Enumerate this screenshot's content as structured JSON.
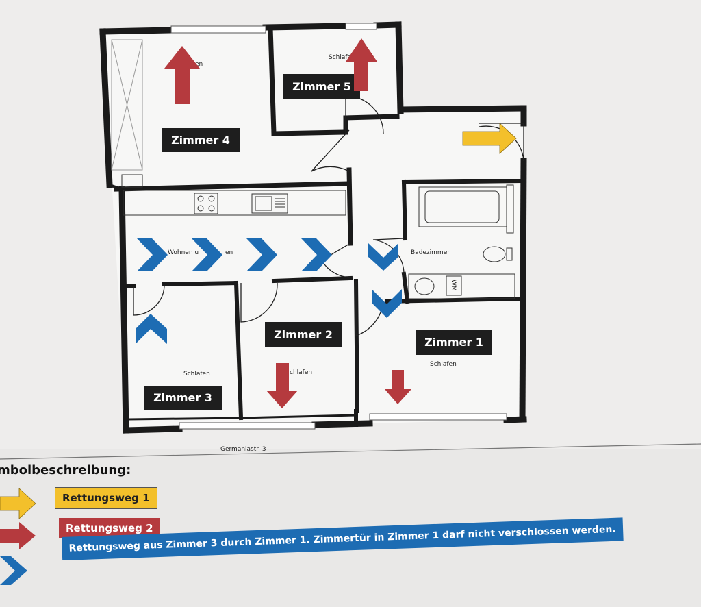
{
  "rooms": {
    "zimmer4": "Zimmer 4",
    "zimmer5": "Zimmer 5",
    "zimmer2": "Zimmer 2",
    "zimmer1": "Zimmer 1",
    "zimmer3": "Zimmer 3"
  },
  "labels": {
    "schlafen_z5": "Schlafe",
    "wohnen": "Wohnen u",
    "wohnen_end": "en",
    "bad": "Badezimmer",
    "schlafen_z1": "Schlafen",
    "schlafen_z2": "chlafen",
    "schlafen_z3": "Schlafen",
    "z4_hidden": "en",
    "wm": "WM",
    "address": "Germaniastr. 3"
  },
  "legend": {
    "title": "mbolbeschreibung:",
    "yellow": "Rettungsweg 1",
    "red": "Rettungsweg 2",
    "blue": "Rettungsweg aus Zimmer 3 durch Zimmer 1. Zimmertür in Zimmer 1 darf nicht verschlossen werden."
  },
  "colors": {
    "wall": "#1a1a1a",
    "red_arrow": "#b53a3e",
    "yellow_arrow": "#f3c02b",
    "blue_chevron": "#1d6cb3",
    "label_bg": "#1e1e1e"
  }
}
